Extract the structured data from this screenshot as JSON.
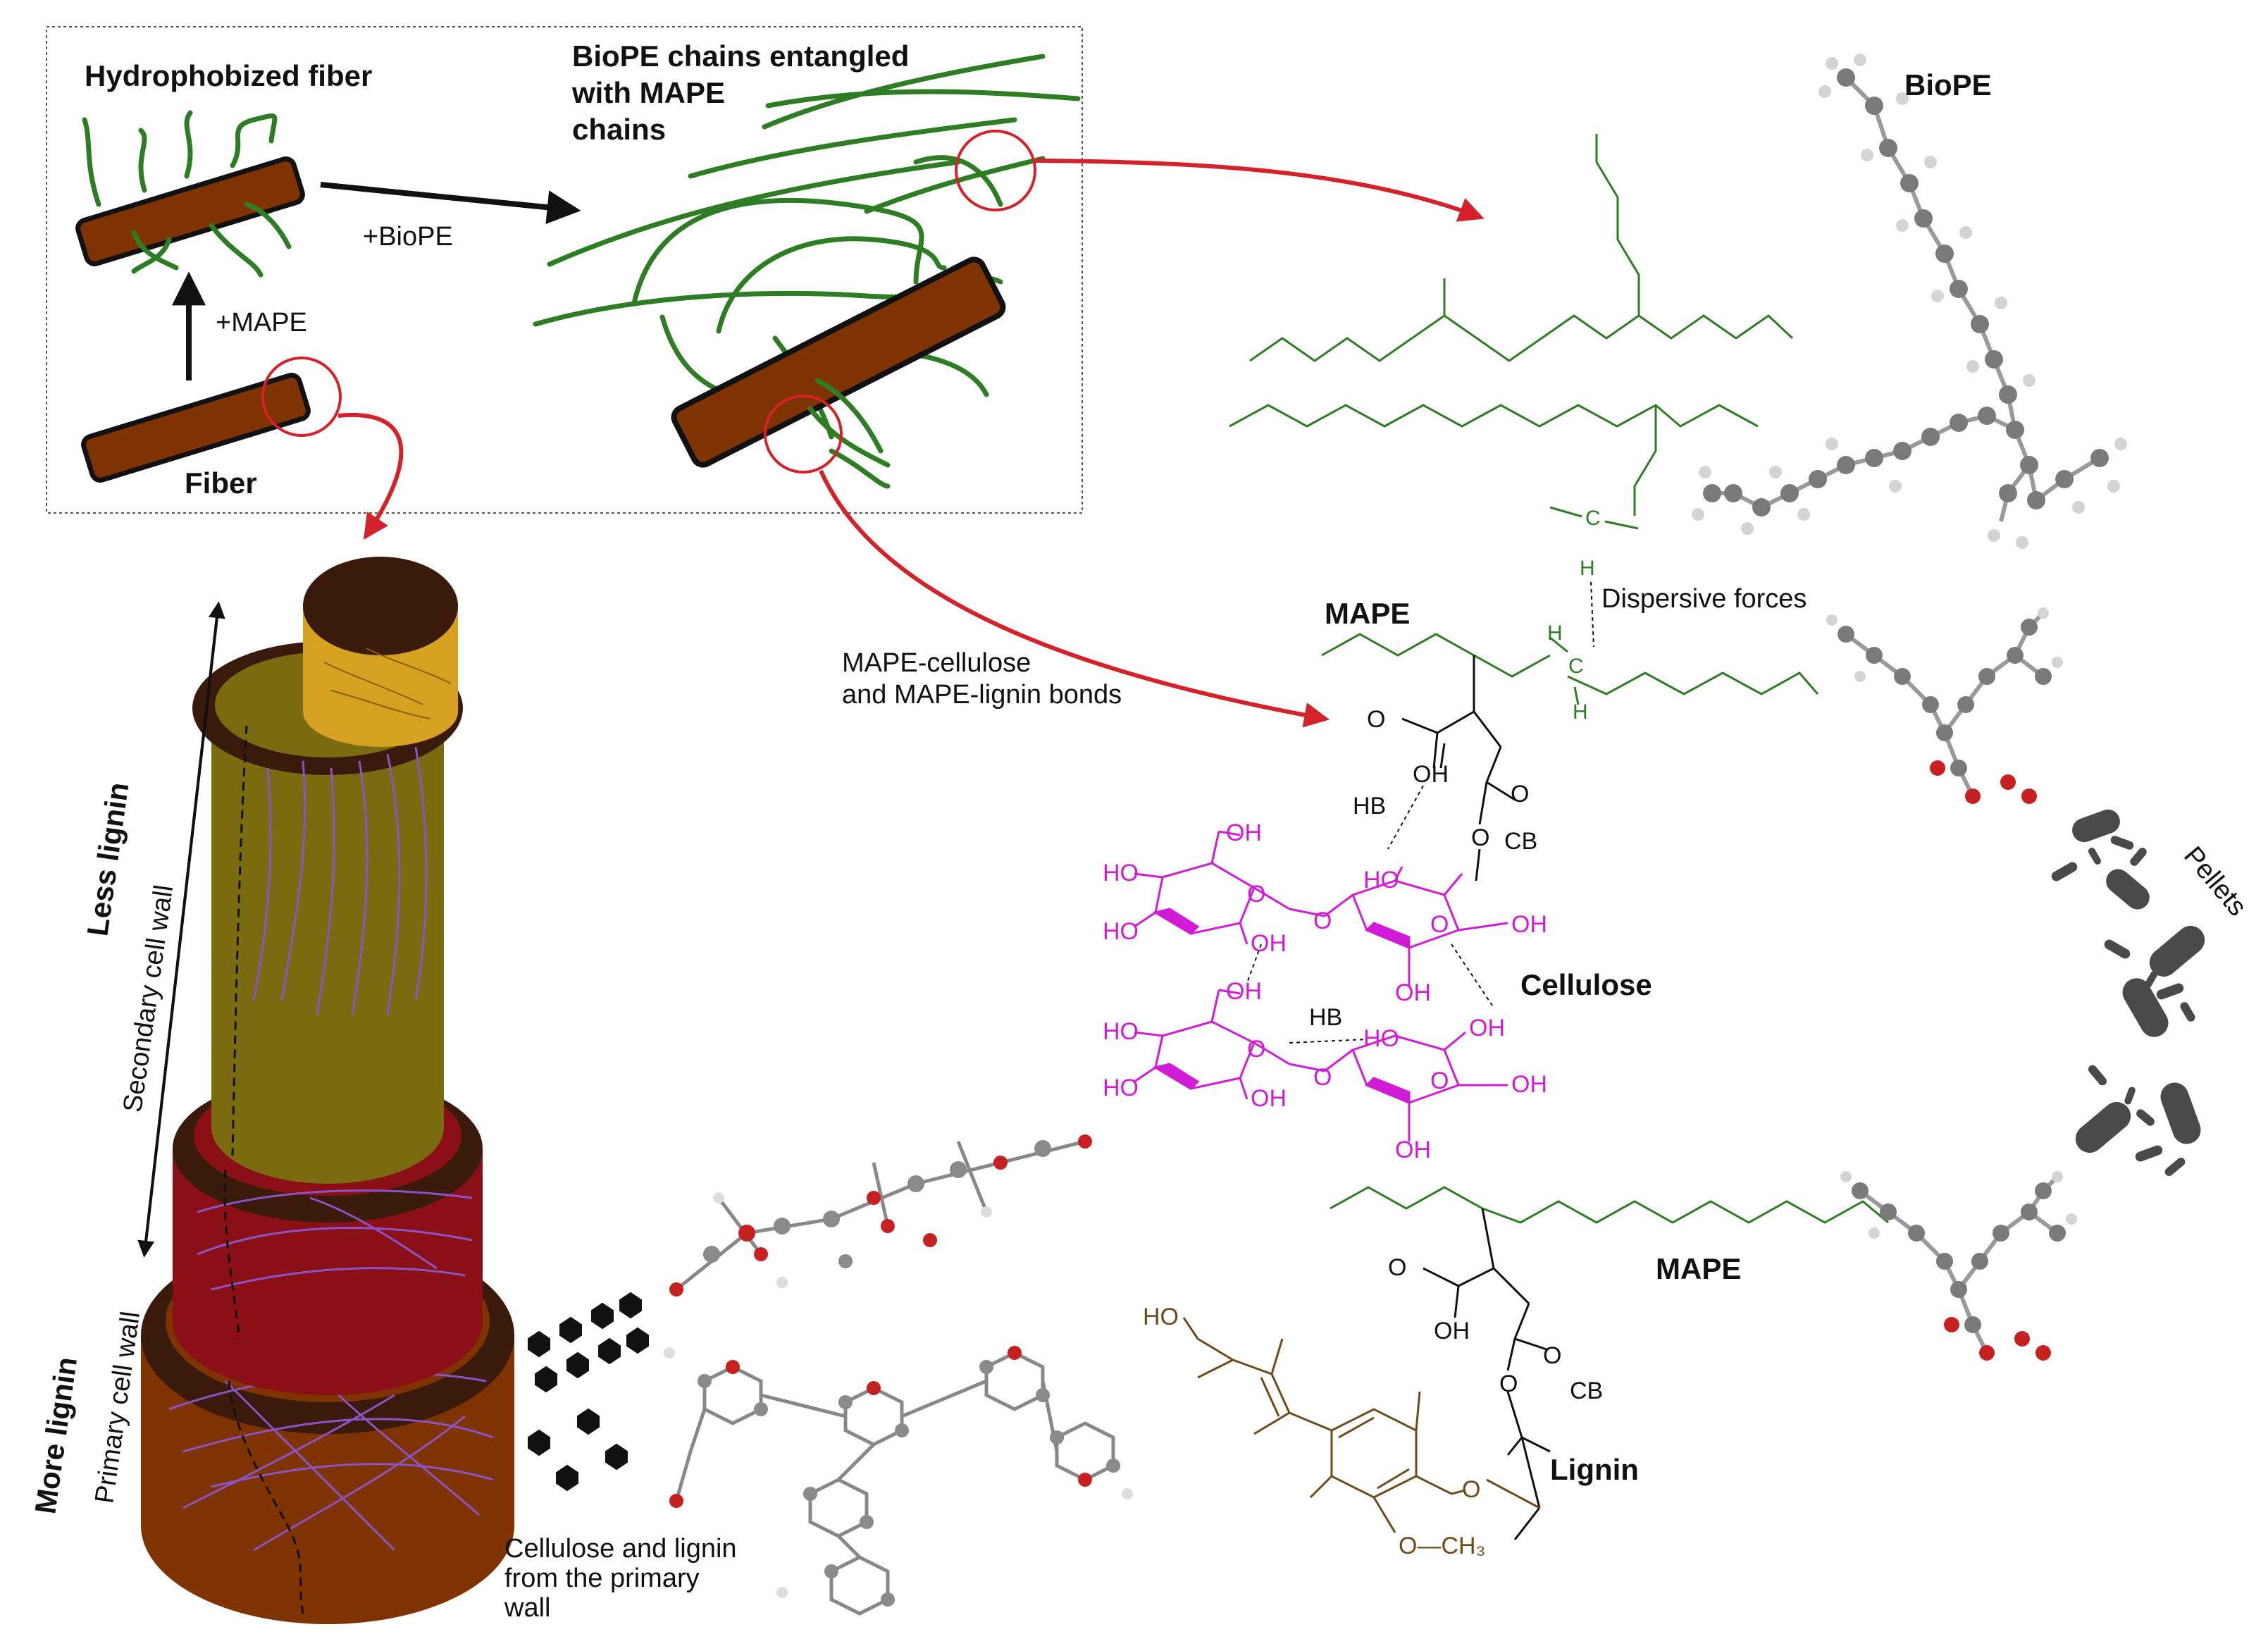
{
  "labels": {
    "hydrophobized_fiber": "Hydrophobized fiber",
    "biope_entangled_line1": "BioPE chains entangled",
    "biope_entangled_line2": "with MAPE",
    "biope_entangled_line3": "chains",
    "plus_biope": "+BioPE",
    "plus_mape": "+MAPE",
    "fiber": "Fiber",
    "biope": "BioPE",
    "mape_top": "MAPE",
    "mape_bottom": "MAPE",
    "dispersive_forces": "Dispersive forces",
    "mape_bonds_line1": "MAPE-cellulose",
    "mape_bonds_line2": "and MAPE-lignin bonds",
    "cellulose": "Cellulose",
    "lignin": "Lignin",
    "pellets": "Pellets",
    "less_lignin": "Less lignin",
    "more_lignin": "More lignin",
    "secondary_cell_wall": "Secondary cell wall",
    "primary_cell_wall": "Primary cell wall",
    "primary_wall_line1": "Cellulose and lignin",
    "primary_wall_line2": "from the primary",
    "primary_wall_line3": "wall"
  },
  "chem": {
    "H": "H",
    "C": "C",
    "O": "O",
    "OH": "OH",
    "HO": "HO",
    "HB": "HB",
    "CB": "CB",
    "OCH3": "O—CH₃"
  },
  "colors": {
    "fiber_brown": "#7f3300",
    "chain_green": "#2e7d24",
    "arrow_red": "#d3222a",
    "cellulose_magenta": "#d21bd6",
    "lignin_brown": "#6b4c1a",
    "pellet_gray": "#4a4a4a",
    "secondary_wall": "#7a6a10",
    "inner_core": "#d6a020",
    "middle_wall": "#8a0f16",
    "wall_rim": "#3a1a0a"
  }
}
